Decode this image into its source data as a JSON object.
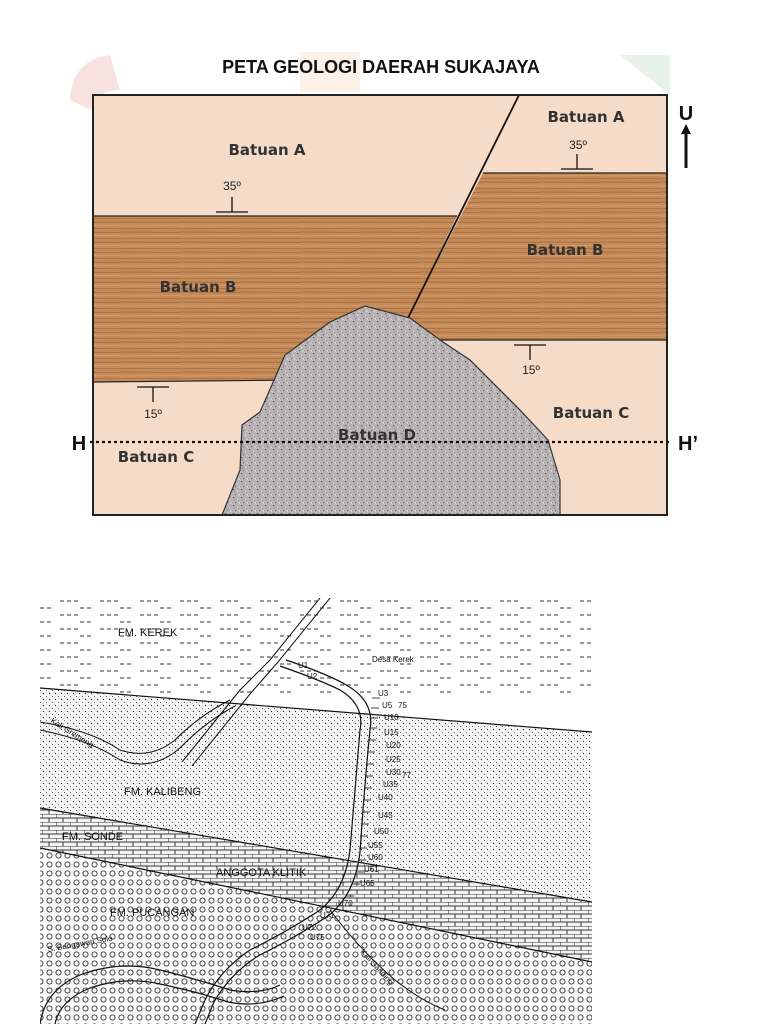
{
  "geo_map": {
    "title": "PETA GEOLOGI DAERAH SUKAJAYA",
    "north_label": "U",
    "rock_labels": {
      "a_left": "Batuan A",
      "a_right": "Batuan A",
      "b_left": "Batuan B",
      "b_right": "Batuan B",
      "c_left": "Batuan C",
      "c_right": "Batuan C",
      "d": "Batuan D"
    },
    "dips": {
      "a_left": "35º",
      "a_right": "35º",
      "c_left": "15º",
      "c_right": "15º"
    },
    "section_line": {
      "start": "H",
      "end": "H’"
    },
    "colors": {
      "batuan_a": "#f4dcc8",
      "batuan_b": "#c48a57",
      "batuan_c": "#f4dcc8",
      "batuan_d": "#b8b2b4"
    }
  },
  "sketch_map": {
    "formations": {
      "kerek": "FM. KEREK",
      "kalibeng": "FM. KALIBENG",
      "sonde": "FM. SONDE",
      "klitik": "ANGGOTA KLITIK",
      "pucangan": "FM. PUCANGAN"
    },
    "places": {
      "desa": "Desa Kerek",
      "kali_gremeng": "Kali Gremeng",
      "bengawan": "S. Bengawan Solo",
      "kali_sanding": "Kali Sanding"
    },
    "stations": [
      "U1",
      "U2",
      "U3",
      "U5",
      "U10",
      "U15",
      "U20",
      "U25",
      "U30",
      "U35",
      "U40",
      "U45",
      "U50",
      "U55",
      "U60",
      "U61",
      "U65",
      "U70",
      "U71",
      "U72",
      "U75"
    ],
    "dip_values": [
      "75",
      "77"
    ]
  }
}
